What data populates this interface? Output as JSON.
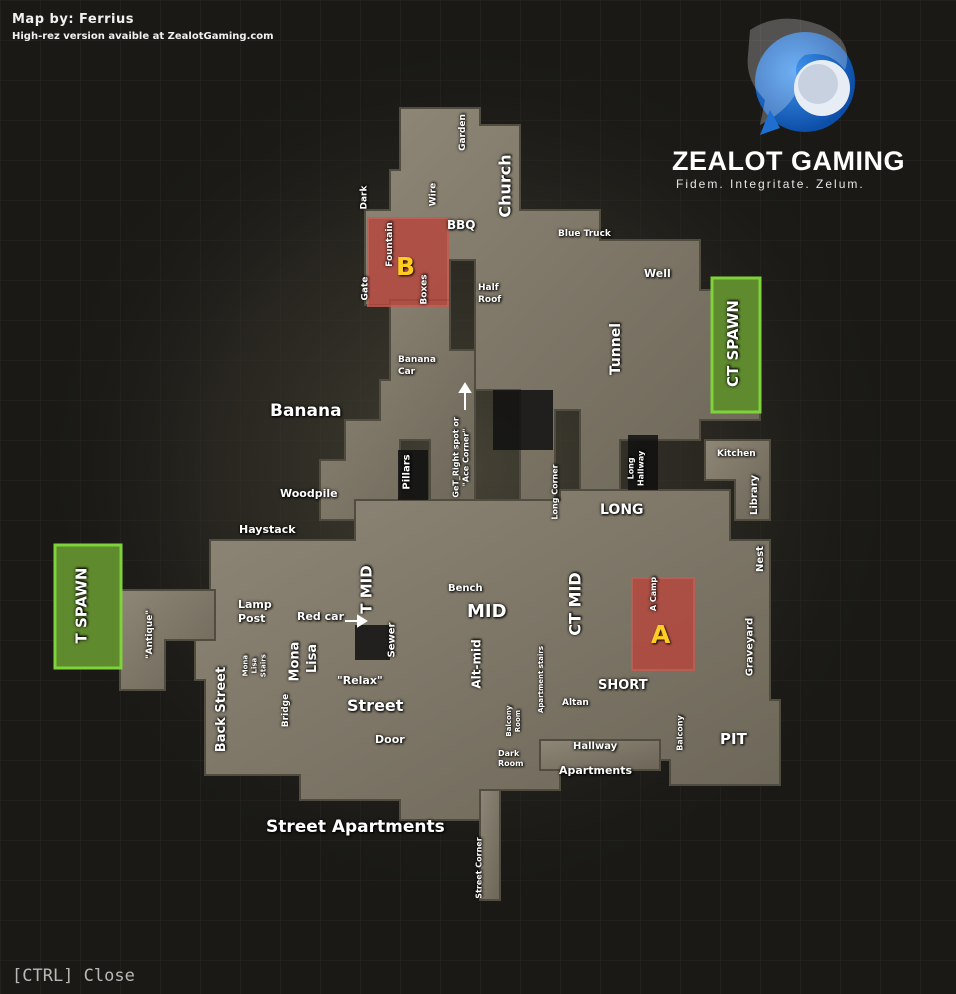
{
  "credits": {
    "author": "Map by:  Ferrius",
    "source": "High-rez version avaible at ZealotGaming.com"
  },
  "brand": {
    "name": "ZEALOT GAMING",
    "motto": "Fidem. Integritate. Zelum.",
    "logo_icon": "dragon-logo-icon",
    "logo_color": "#1e6fd0"
  },
  "controls": {
    "close_hint": "[CTRL] Close"
  },
  "colors": {
    "spawn_green": "#7ed23a",
    "bombsite_red": "#b8453c",
    "site_letter": "#ffcc22"
  },
  "spawns": {
    "t": "T SPAWN",
    "ct": "CT SPAWN"
  },
  "sites": {
    "a": "A",
    "b": "B"
  },
  "callouts": {
    "garden": "Garden",
    "church": "Church",
    "dark": "Dark",
    "wire": "Wire",
    "fountain": "Fountain",
    "bbq": "BBQ",
    "blue_truck": "Blue Truck",
    "gate": "Gate",
    "boxes": "Boxes",
    "half_roof": "Half Roof",
    "well": "Well",
    "banana_car": "Banana Car",
    "tunnel": "Tunnel",
    "banana": "Banana",
    "ace_corner": "GeT_Right spot or \"Ace Corner\"",
    "pillars": "Pillars",
    "long_hallway": "Long Hallway",
    "kitchen": "Kitchen",
    "woodpile": "Woodpile",
    "long_corner": "Long Corner",
    "long": "LONG",
    "library": "Library",
    "haystack": "Haystack",
    "nest": "Nest",
    "t_mid": "T MID",
    "bench": "Bench",
    "ct_mid": "CT MID",
    "a_camp": "A Camp",
    "antique": "\"Antique\"",
    "lamp_post": "Lamp Post",
    "red_car": "Red car",
    "mid": "MID",
    "graveyard": "Graveyard",
    "mona_lisa_stairs": "Mona Lisa Stairs",
    "mona": "Mona",
    "lisa": "Lisa",
    "sewer": "Sewer",
    "alt_mid": "Alt-mid",
    "apartment_stairs": "Apartment stairs",
    "relax": "\"Relax\"",
    "short": "SHORT",
    "back_street": "Back Street",
    "bridge": "Bridge",
    "street": "Street",
    "balcony_room": "Balcony Room",
    "altan": "Altan",
    "balcony": "Balcony",
    "pit": "PIT",
    "door": "Door",
    "dark_room": "Dark Room",
    "hallway": "Hallway",
    "apartments": "Apartments",
    "street_apartments": "Street Apartments",
    "street_corner": "Street Corner"
  }
}
